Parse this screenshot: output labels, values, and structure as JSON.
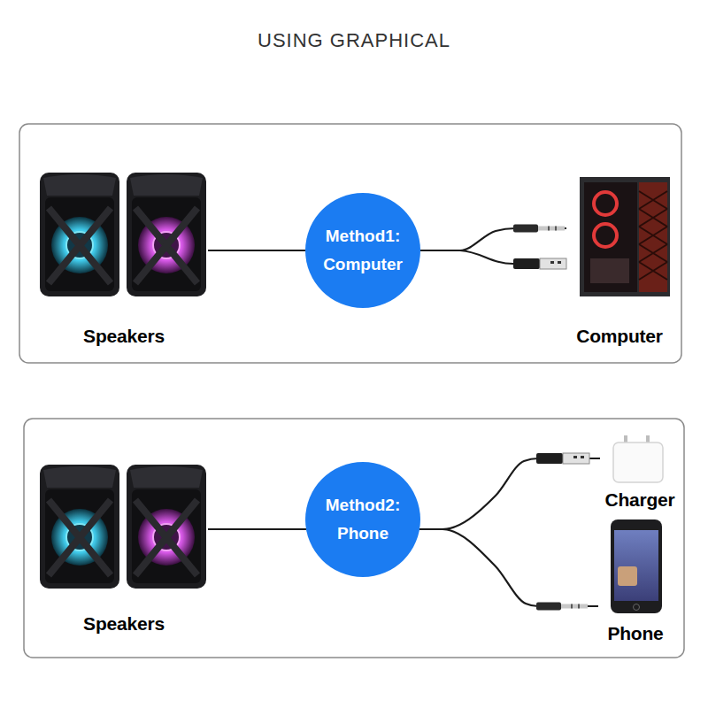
{
  "diagram": {
    "title": "USING GRAPHICAL",
    "nodes": [
      {
        "text": [
          "Speakers"
        ]
      },
      {
        "text": [
          "Method1: Computer"
        ]
      },
      {
        "text": [
          "Computer"
        ]
      },
      {
        "text": [
          "Speakers"
        ]
      },
      {
        "text": [
          "Method2: Phone"
        ]
      },
      {
        "text": [
          "Charger"
        ]
      },
      {
        "text": [
          "Phone"
        ]
      }
    ],
    "edges": [
      {
        "from": 0,
        "to": 1,
        "arrow": "none"
      },
      {
        "from": 1,
        "to": 2,
        "arrow": "none"
      },
      {
        "from": 3,
        "to": 4,
        "arrow": "none"
      },
      {
        "from": 4,
        "to": 5,
        "arrow": "none"
      },
      {
        "from": 4,
        "to": 6,
        "arrow": "none"
      }
    ]
  }
}
